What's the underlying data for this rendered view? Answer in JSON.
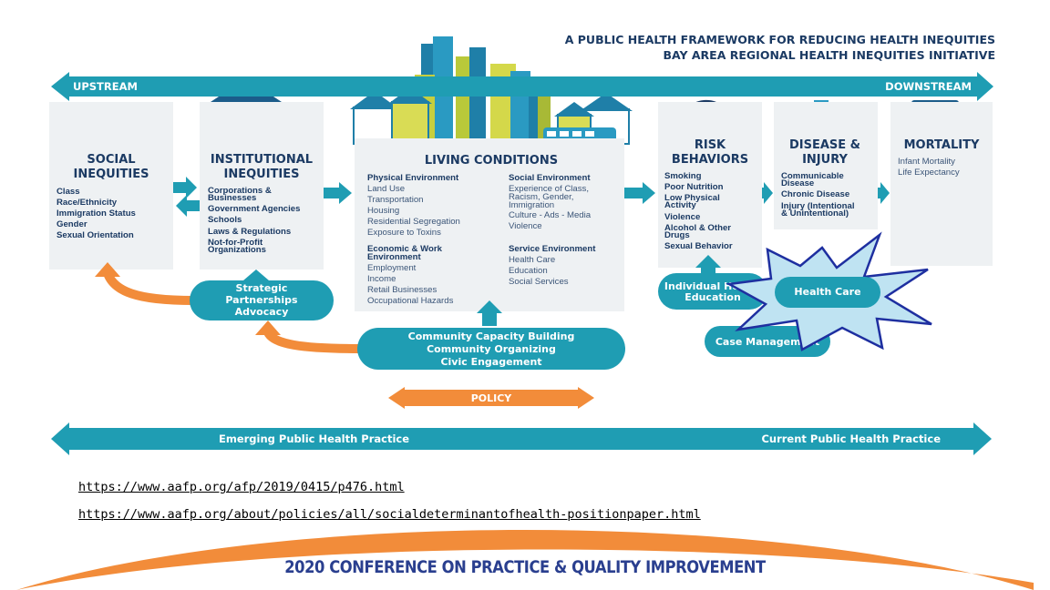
{
  "header": {
    "line1": "A PUBLIC HEALTH FRAMEWORK  FOR REDUCING HEALTH INEQUITIES",
    "line2": "BAY AREA REGIONAL HEALTH INEQUITIES INITIATIVE"
  },
  "top_arrow": {
    "left": "UPSTREAM",
    "right": "DOWNSTREAM"
  },
  "columns": {
    "social": {
      "title1": "SOCIAL",
      "title2": "INEQUITIES",
      "items": [
        "Class",
        "Race/Ethnicity",
        "Immigration Status",
        "Gender",
        "Sexual Orientation"
      ]
    },
    "institutional": {
      "title1": "INSTITUTIONAL",
      "title2": "INEQUITIES",
      "items": [
        "Corporations &",
        "Businesses",
        "Government Agencies",
        "Schools",
        "Laws & Regulations",
        "Not-for-Profit",
        "Organizations"
      ]
    },
    "living": {
      "title": "LIVING CONDITIONS",
      "physical": {
        "head": "Physical Environment",
        "items": [
          "Land Use",
          "Transportation",
          "Housing",
          "Residential Segregation",
          "Exposure to Toxins"
        ]
      },
      "economic": {
        "head1": "Economic & Work",
        "head2": "Environment",
        "items": [
          "Employment",
          "Income",
          "Retail Businesses",
          "Occupational Hazards"
        ]
      },
      "social_env": {
        "head": "Social Environment",
        "items": [
          "Experience of Class,",
          "Racism, Gender,",
          "Immigration",
          "Culture - Ads - Media",
          "Violence"
        ]
      },
      "service": {
        "head": "Service Environment",
        "items": [
          "Health Care",
          "Education",
          "Social Services"
        ]
      }
    },
    "risk": {
      "title1": "RISK",
      "title2": "BEHAVIORS",
      "items": [
        "Smoking",
        "Poor Nutrition",
        "Low Physical",
        "Activity",
        "Violence",
        "Alcohol & Other",
        "Drugs",
        "Sexual Behavior"
      ]
    },
    "disease": {
      "title1": "DISEASE &",
      "title2": "INJURY",
      "items": [
        "Communicable",
        "Disease",
        "Chronic Disease",
        "Injury (Intentional",
        "& Unintentional)"
      ]
    },
    "mortality": {
      "title": "MORTALITY",
      "items": [
        "Infant Mortality",
        "Life Expectancy"
      ]
    }
  },
  "pills": {
    "strategic": [
      "Strategic",
      "Partnerships",
      "Advocacy"
    ],
    "community": [
      "Community Capacity Building",
      "Community Organizing",
      "Civic Engagement"
    ],
    "individual": [
      "Individual Health",
      "Education"
    ],
    "health_care": "Health Care",
    "case_mgmt": "Case Management",
    "policy": "POLICY"
  },
  "bottom_arrow": {
    "left": "Emerging Public Health Practice",
    "right": "Current Public Health Practice"
  },
  "links": [
    "https://www.aafp.org/afp/2019/0415/p476.html",
    "https://www.aafp.org/about/policies/all/socialdeterminantofhealth-positionpaper.html"
  ],
  "footer": {
    "title": "2020 CONFERENCE ON PRACTICE & QUALITY IMPROVEMENT"
  },
  "colors": {
    "teal": "#1f9db3",
    "navy": "#1b3a63",
    "orange": "#f28c3a",
    "panel": "#eef1f3"
  }
}
